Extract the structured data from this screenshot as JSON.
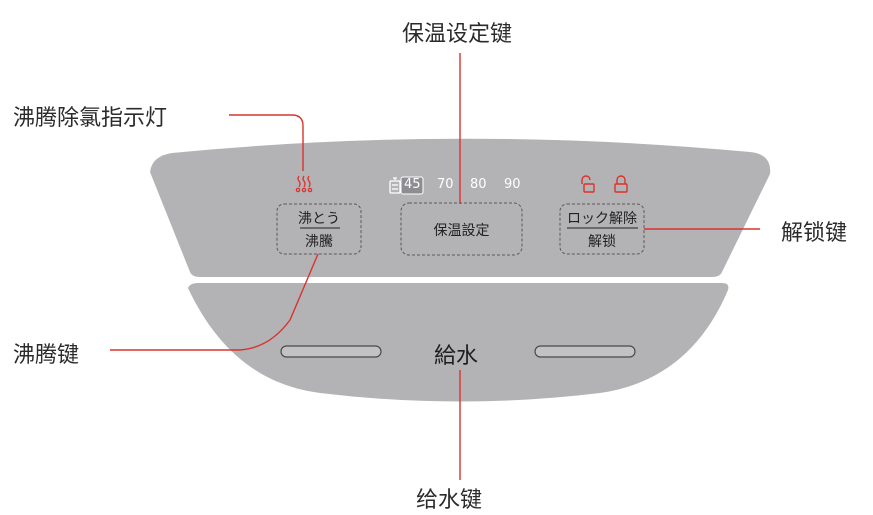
{
  "callouts": {
    "keep_warm_key": "保温设定键",
    "boil_indicator": "沸腾除氯指示灯",
    "unlock_key": "解锁键",
    "boil_key": "沸腾键",
    "water_key": "给水键"
  },
  "buttons": {
    "boil": {
      "line1": "沸とう",
      "line2": "沸騰"
    },
    "keep_warm": {
      "label": "保温設定"
    },
    "unlock": {
      "line1": "ロック解除",
      "line2": "解锁"
    },
    "water": {
      "label": "給水"
    }
  },
  "temperatures": {
    "t1": "45",
    "t2": "70",
    "t3": "80",
    "t4": "90"
  },
  "colors": {
    "panel": "#b3b3b6",
    "accent_red": "#e0302c",
    "leader": "#d9332e",
    "outline": "#5a5a5a",
    "temp_highlight_bg": "#8e8e92"
  },
  "icons": {
    "boil_indicator": "steam-icon",
    "kettle": "kettle-icon",
    "unlocked": "unlocked-padlock-icon",
    "locked": "locked-padlock-icon"
  }
}
